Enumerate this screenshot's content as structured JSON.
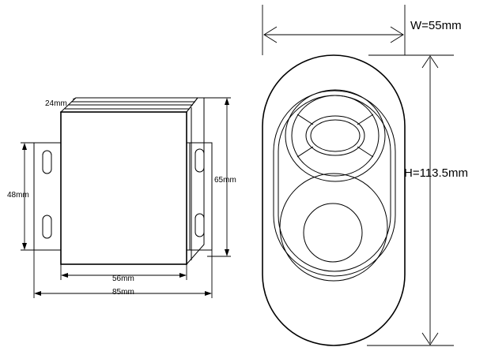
{
  "labels": {
    "depth": "24mm",
    "height_left": "48mm",
    "height_right": "65mm",
    "width_inner": "56mm",
    "width_outer": "85mm",
    "remote_width": "W=55mm",
    "remote_height": "H=113.5mm"
  }
}
